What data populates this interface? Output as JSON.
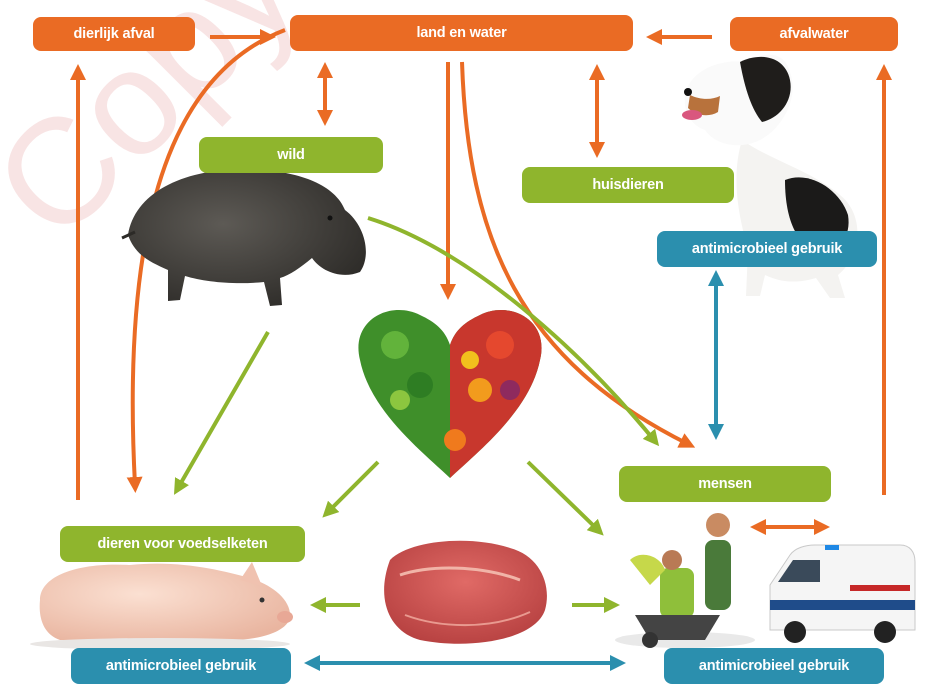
{
  "nodes": {
    "dierlijk_afval": "dierlijk afval",
    "land_en_water": "land en water",
    "afvalwater": "afvalwater",
    "wild": "wild",
    "huisdieren": "huisdieren",
    "antimicrobieel_huisdieren": "antimicrobieel gebruik",
    "mensen": "mensen",
    "dieren_voedselketen": "dieren voor voedselketen",
    "antimicrobieel_dieren": "antimicrobieel gebruik",
    "antimicrobieel_mensen": "antimicrobieel gebruik"
  },
  "watermark": "Copyright Boek",
  "colors": {
    "orange": "#ea6b24",
    "green": "#8fb52d",
    "blue": "#2b8fae"
  },
  "images": [
    "wild-boar",
    "dog",
    "vegetable-heart",
    "piglet",
    "raw-meat",
    "people-wheelbarrow",
    "ambulance"
  ]
}
